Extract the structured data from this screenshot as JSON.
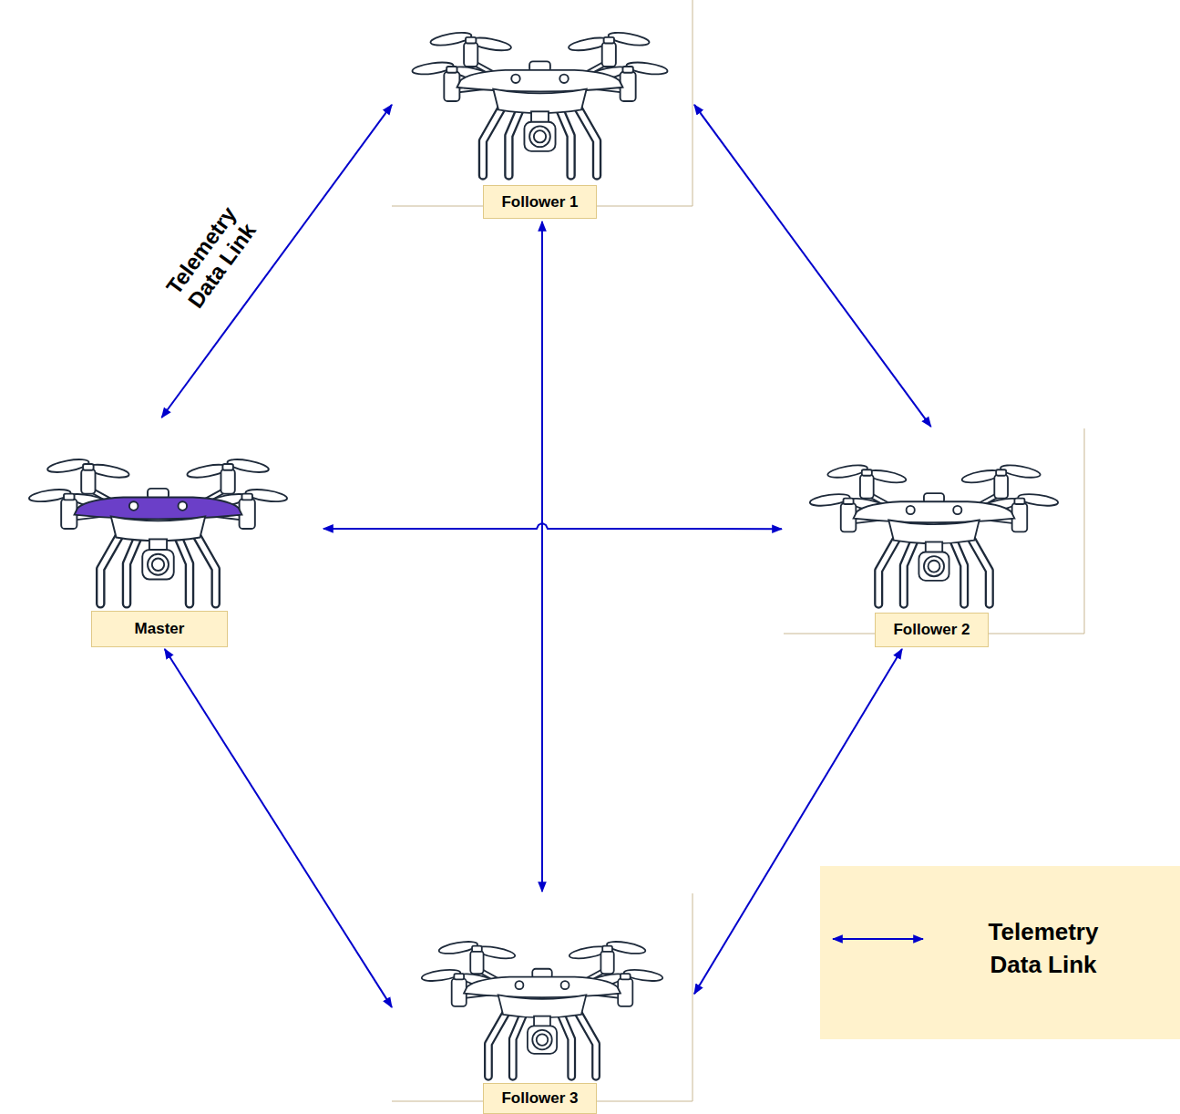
{
  "diagram": {
    "nodes": [
      {
        "text": [
          "Follower 1"
        ]
      },
      {
        "text": [
          "Master"
        ]
      },
      {
        "text": [
          "Follower 2"
        ]
      },
      {
        "text": [
          "Follower 3"
        ]
      }
    ],
    "edges": [
      {
        "from": 1,
        "to": 0,
        "label": "Telemetry Data Link",
        "arrow": "both"
      },
      {
        "from": 0,
        "to": 2,
        "arrow": "both"
      },
      {
        "from": 1,
        "to": 2,
        "arrow": "both"
      },
      {
        "from": 0,
        "to": 3,
        "arrow": "both"
      },
      {
        "from": 1,
        "to": 3,
        "arrow": "both"
      },
      {
        "from": 2,
        "to": 3,
        "arrow": "both"
      }
    ],
    "legend": [
      {
        "text": "Telemetry Data Link"
      }
    ]
  }
}
